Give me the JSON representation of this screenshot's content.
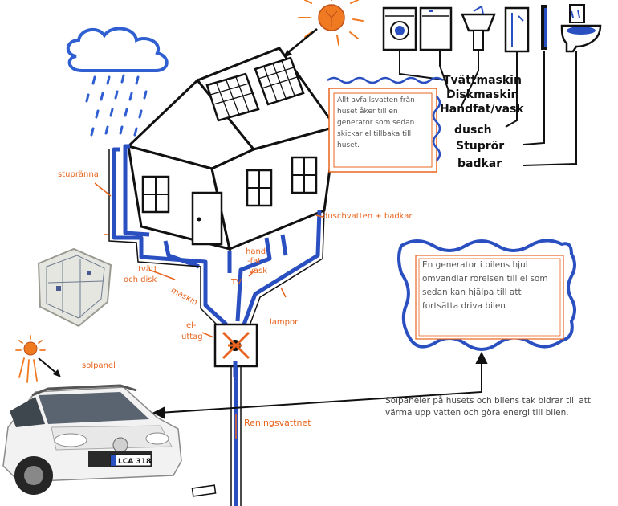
{
  "colors": {
    "ink": "#111111",
    "water_blue": "#2a4fc0",
    "orange": "#e8641e",
    "sun": "#f07a22",
    "cloud": "#2f5fd0"
  },
  "appliances": {
    "list": [
      "Tvättmaskin",
      "Diskmaskin",
      "Handfat/vask",
      "dusch",
      "Stuprör",
      "badkar"
    ]
  },
  "house_note": {
    "text": "Allt avfallsvatten från huset åker till en generator som sedan skickar el tillbaka till huset."
  },
  "car_note": {
    "text": "En generator i bilens hjul omvandlar rörelsen till el som sedan kan hjälpa till att fortsätta driva bilen"
  },
  "solar_note": {
    "text": "Solpaneler på husets och bilens tak bidrar till att värma upp vatten och göra energi till bilen."
  },
  "labels": {
    "stupranna": "stupränna",
    "duschvatten": "duschvatten + badkar",
    "tvatt": "tvätt",
    "och_disk": "och disk",
    "maskin": "maskin",
    "hand": "hand",
    "fat": "-fat",
    "vask": "vask",
    "tv": "TV",
    "lampor": "lampor",
    "el": "el-",
    "uttag": "uttag",
    "solpanel": "solpanel",
    "reningsvattnet": "Reningsvattnet"
  },
  "car": {
    "plate": "LCA 318"
  }
}
